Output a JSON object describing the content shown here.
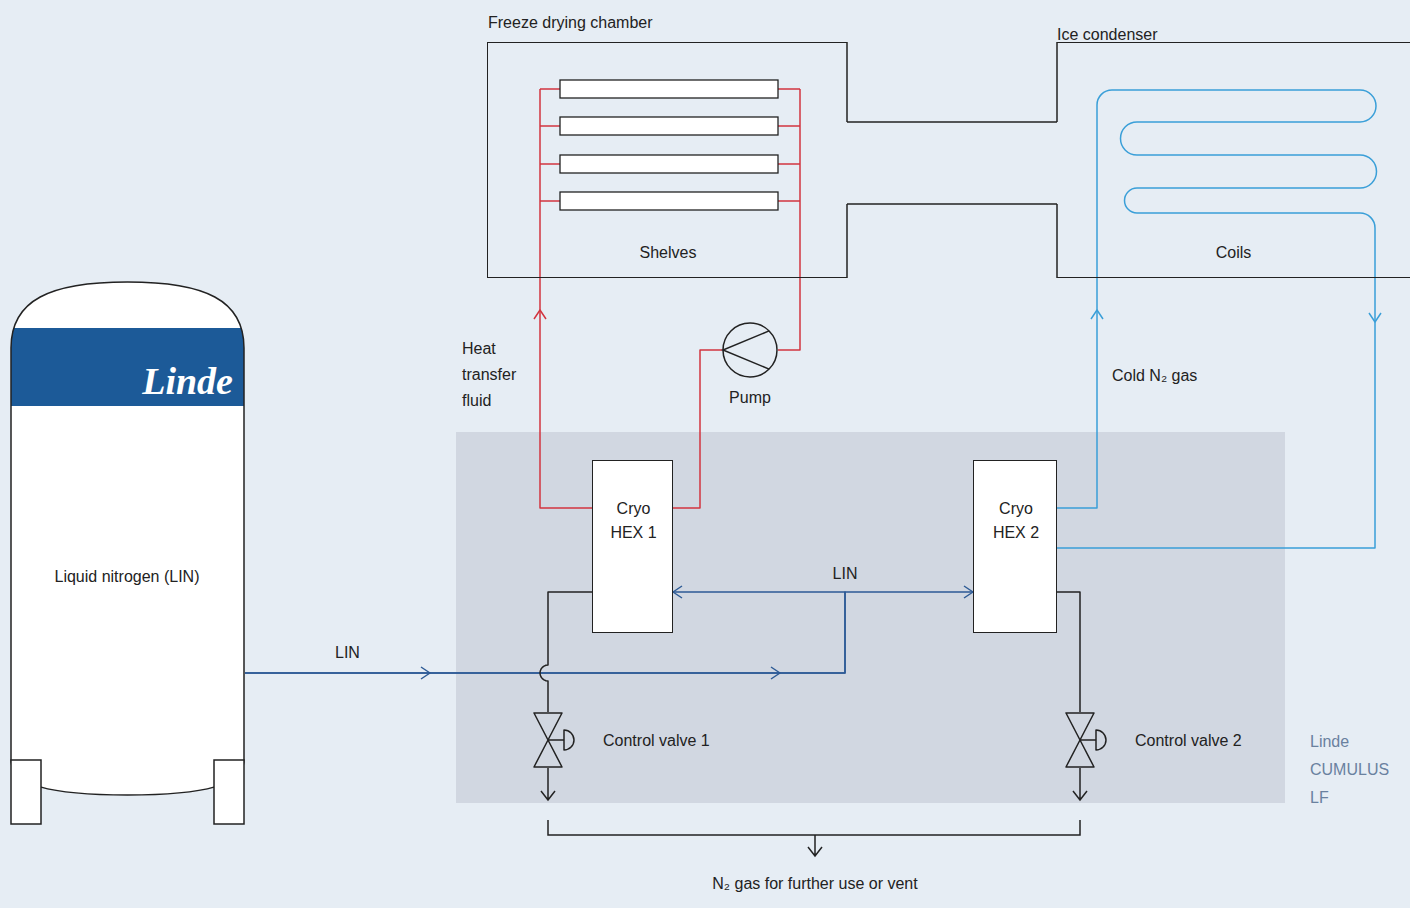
{
  "diagram": {
    "nodes": [
      {
        "text": [
          "Freeze drying chamber",
          "Shelves"
        ]
      },
      {
        "text": [
          "Ice condenser",
          "Coils"
        ]
      },
      {
        "text": [
          "Linde",
          "Liquid nitrogen (LIN)"
        ]
      },
      {
        "text": [
          "Linde CUMULUS LF"
        ]
      },
      {
        "text": [
          "Cryo HEX 1"
        ],
        "in": 3
      },
      {
        "text": [
          "Cryo HEX 2"
        ],
        "in": 3
      },
      {
        "text": [
          "Control valve 1"
        ],
        "in": 3
      },
      {
        "text": [
          "Control valve 2"
        ],
        "in": 3
      },
      {
        "text": [
          "Pump"
        ]
      }
    ],
    "edges": [
      {
        "from": 0,
        "to": 1,
        "arrow": "none"
      },
      {
        "from": 2,
        "to": 4,
        "label": "LIN",
        "arrow": "to"
      },
      {
        "from": 2,
        "to": 5,
        "label": "LIN",
        "arrow": "to"
      },
      {
        "from": 4,
        "to": 0,
        "label": "Heat transfer fluid",
        "arrow": "to"
      },
      {
        "from": 0,
        "to": 8,
        "arrow": "none"
      },
      {
        "from": 8,
        "to": 4,
        "arrow": "none"
      },
      {
        "from": 5,
        "to": 1,
        "label": "Cold N₂ gas",
        "arrow": "to"
      },
      {
        "from": 1,
        "to": 5,
        "arrow": "to"
      },
      {
        "from": 4,
        "to": 6,
        "arrow": "none"
      },
      {
        "from": 5,
        "to": 7,
        "arrow": "none"
      }
    ],
    "labels": [
      "N₂ gas for further use or vent"
    ]
  }
}
